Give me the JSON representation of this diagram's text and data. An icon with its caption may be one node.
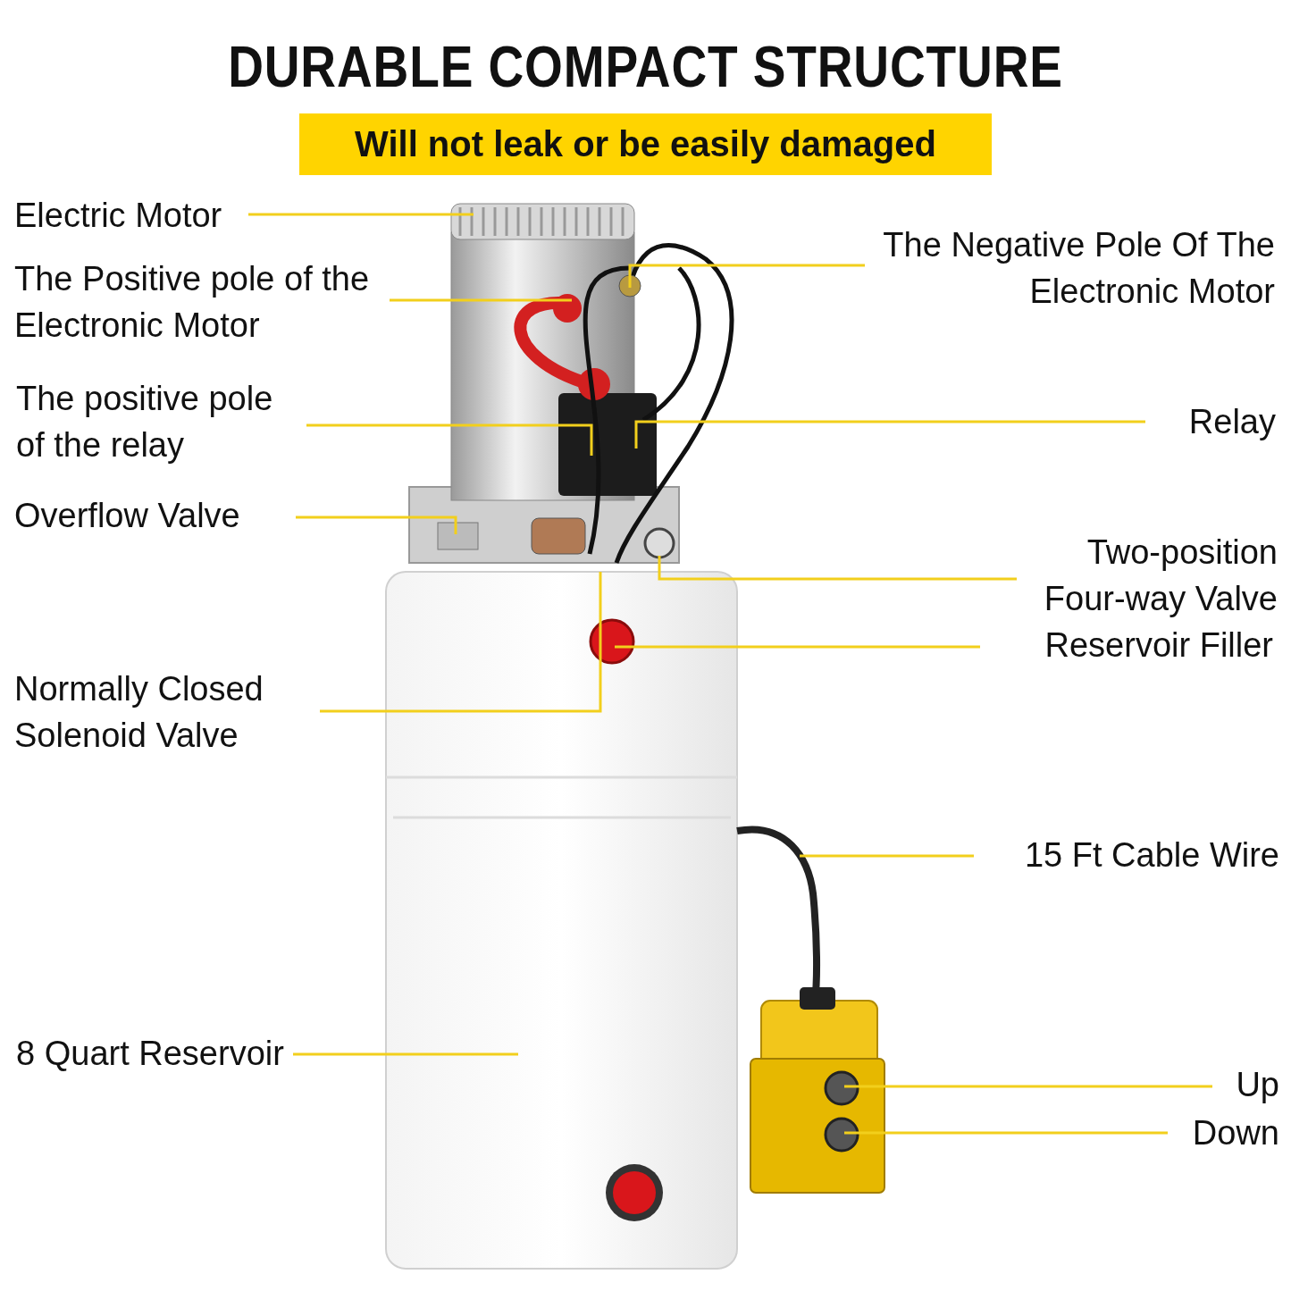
{
  "diagram": {
    "title": "DURABLE COMPACT STRUCTURE",
    "nodes": [
      {
        "text": [
          "Will not leak or be easily damaged"
        ]
      },
      {
        "text": [
          "Electric Motor"
        ]
      },
      {
        "text": [
          "The Positive pole of the Electronic Motor"
        ]
      },
      {
        "text": [
          "The Negative Pole Of The Electronic Motor"
        ]
      },
      {
        "text": [
          "The positive pole of the relay"
        ]
      },
      {
        "text": [
          "Relay"
        ]
      },
      {
        "text": [
          "Overflow Valve"
        ]
      },
      {
        "text": [
          "Two-position Four-way Valve"
        ]
      },
      {
        "text": [
          "Reservoir Filler"
        ]
      },
      {
        "text": [
          "Normally Closed Solenoid Valve"
        ]
      },
      {
        "text": [
          "15 Ft Cable Wire"
        ]
      },
      {
        "text": [
          "8 Quart Reservoir"
        ]
      },
      {
        "text": [
          "Up"
        ]
      },
      {
        "text": [
          "Down"
        ]
      }
    ],
    "edges": [
      {
        "from": 1,
        "to": null,
        "arrow": "none"
      },
      {
        "from": 2,
        "to": null,
        "arrow": "none"
      },
      {
        "from": 3,
        "to": null,
        "arrow": "none"
      },
      {
        "from": 4,
        "to": null,
        "arrow": "none"
      },
      {
        "from": 5,
        "to": null,
        "arrow": "none"
      },
      {
        "from": 6,
        "to": null,
        "arrow": "none"
      },
      {
        "from": 7,
        "to": null,
        "arrow": "none"
      },
      {
        "from": 8,
        "to": null,
        "arrow": "none"
      },
      {
        "from": 9,
        "to": null,
        "arrow": "none"
      },
      {
        "from": 10,
        "to": null,
        "arrow": "none"
      },
      {
        "from": 11,
        "to": null,
        "arrow": "none"
      },
      {
        "from": 12,
        "to": null,
        "arrow": "none"
      },
      {
        "from": 13,
        "to": null,
        "arrow": "none"
      }
    ]
  }
}
